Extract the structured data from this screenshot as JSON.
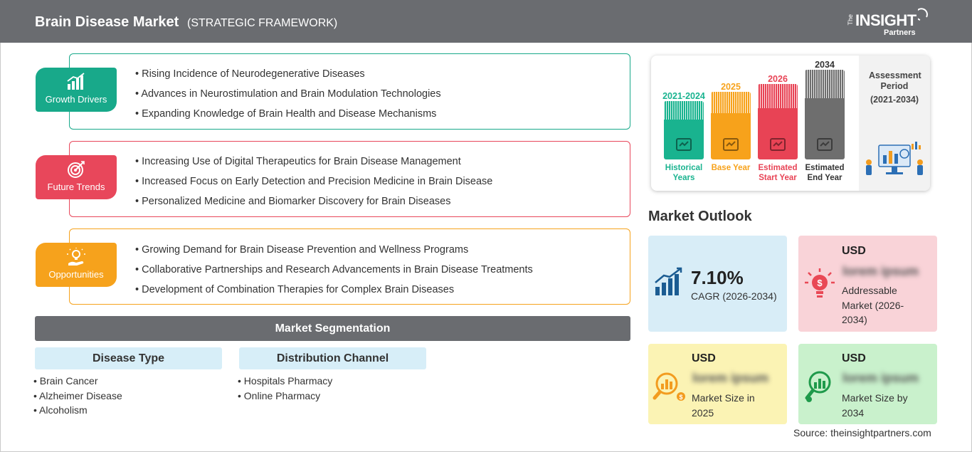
{
  "header": {
    "title": "Brain Disease Market",
    "subtitle": "(STRATEGIC FRAMEWORK)",
    "logo_the": "The",
    "logo_insight": "INSIGHT",
    "logo_partners": "Partners"
  },
  "categories": [
    {
      "label": "Growth Drivers",
      "color": "#18a98a",
      "icon": "bar-chart-growth-icon",
      "bullets": [
        "Rising Incidence of Neurodegenerative Diseases",
        "Advances in Neurostimulation and Brain Modulation Technologies",
        "Expanding Knowledge of Brain Health and Disease Mechanisms"
      ]
    },
    {
      "label": "Future Trends",
      "color": "#e8475b",
      "icon": "target-icon",
      "bullets": [
        "Increasing Use of Digital Therapeutics for Brain Disease Management",
        "Increased Focus on Early Detection and Precision Medicine in Brain Disease",
        "Personalized Medicine and Biomarker Discovery for Brain Diseases"
      ]
    },
    {
      "label": "Opportunities",
      "color": "#f6a21c",
      "icon": "lightbulb-hand-icon",
      "bullets": [
        "Growing Demand for Brain Disease Prevention and Wellness Programs",
        "Collaborative Partnerships and Research Advancements in Brain Disease Treatments",
        "Development of Combination Therapies for Complex Brain Diseases"
      ]
    }
  ],
  "segmentation": {
    "title": "Market Segmentation",
    "groups": [
      {
        "title": "Disease Type",
        "items": [
          "Brain Cancer",
          "Alzheimer Disease",
          "Alcoholism"
        ]
      },
      {
        "title": "Distribution Channel",
        "items": [
          "Hospitals Pharmacy",
          "Online Pharmacy"
        ]
      }
    ]
  },
  "timeline": {
    "columns": [
      {
        "year": "2021-2024",
        "caption": "Historical Years",
        "color": "#19b38f"
      },
      {
        "year": "2025",
        "caption": "Base Year",
        "color": "#f7a21b"
      },
      {
        "year": "2026",
        "caption": "Estimated Start Year",
        "color": "#e84355"
      },
      {
        "year": "2034",
        "caption": "Estimated End Year",
        "color": "#6e6e6e"
      }
    ],
    "assessment_title": "Assessment Period",
    "assessment_period": "(2021-2034)"
  },
  "outlook": {
    "title": "Market Outlook",
    "cagr": {
      "value": "7.10%",
      "label": "CAGR (2026-2034)",
      "bg": "#d8edf7"
    },
    "addressable": {
      "currency": "USD",
      "value": "lorem ipsum",
      "label": "Addressable Market (2026-2034)",
      "bg": "#f9d3d8"
    },
    "size_2025": {
      "currency": "USD",
      "value": "lorem ipsum",
      "label": "Market Size in 2025",
      "bg": "#fbf3b4"
    },
    "size_2034": {
      "currency": "USD",
      "value": "lorem ipsum",
      "label": "Market Size by 2034",
      "bg": "#c9f1cc"
    }
  },
  "source": "Source: theinsightpartners.com"
}
